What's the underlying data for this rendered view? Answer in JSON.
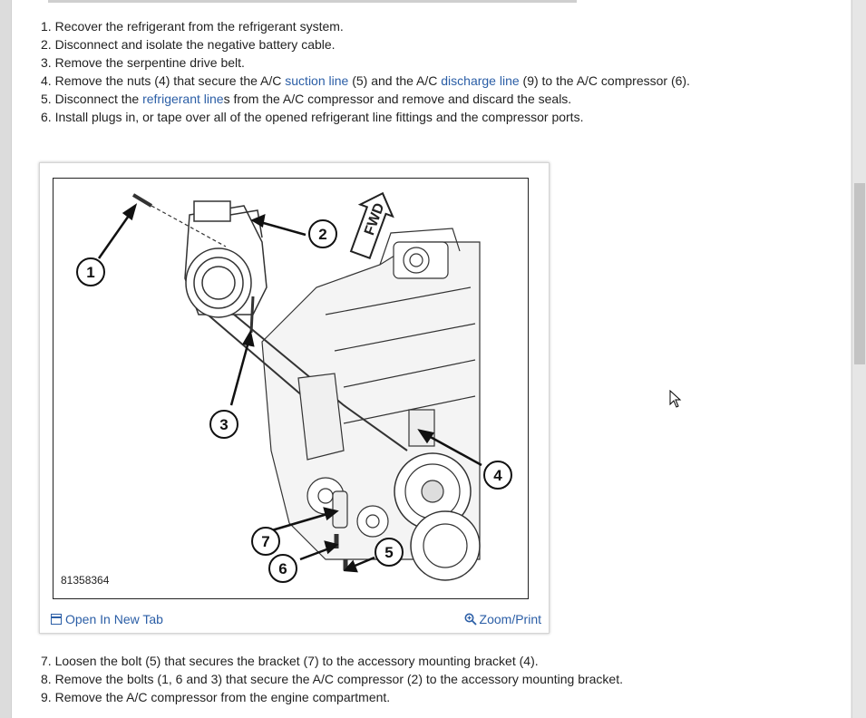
{
  "steps_part1": [
    {
      "num": "1.",
      "text": "Recover the refrigerant from the refrigerant system."
    },
    {
      "num": "2.",
      "text": "Disconnect and isolate the negative battery cable."
    },
    {
      "num": "3.",
      "text": "Remove the serpentine drive belt."
    },
    {
      "num": "4.",
      "pre": "Remove the nuts (4) that secure the A/C ",
      "link1": "suction line",
      "mid": " (5) and the A/C ",
      "link2": "discharge line",
      "post": " (9) to the A/C compressor (6)."
    },
    {
      "num": "5.",
      "pre": "Disconnect the ",
      "link1": "refrigerant line",
      "post": "s from the A/C compressor and remove and discard the seals."
    },
    {
      "num": "6.",
      "text": "Install plugs in, or tape over all of the opened refrigerant line fittings and the compressor ports."
    }
  ],
  "figure": {
    "callouts": [
      "1",
      "2",
      "3",
      "4",
      "5",
      "6",
      "7"
    ],
    "fwd_label": "FWD",
    "figure_id": "81358364",
    "open_tab_label": "Open In New Tab",
    "zoom_label": "Zoom/Print"
  },
  "steps_part2": [
    {
      "num": "7.",
      "text": "Loosen the bolt (5) that secures the bracket (7) to the accessory mounting bracket (4)."
    },
    {
      "num": "8.",
      "text": "Remove the bolts (1, 6 and 3) that secure the A/C compressor (2) to the accessory mounting bracket."
    },
    {
      "num": "9.",
      "text": "Remove the A/C compressor from the engine compartment."
    }
  ],
  "colors": {
    "link": "#2b5ea6",
    "text": "#222222"
  },
  "icons": {
    "open_tab": "open-new-tab-icon",
    "zoom": "zoom-magnifier-icon",
    "cursor": "mouse-pointer-icon"
  }
}
